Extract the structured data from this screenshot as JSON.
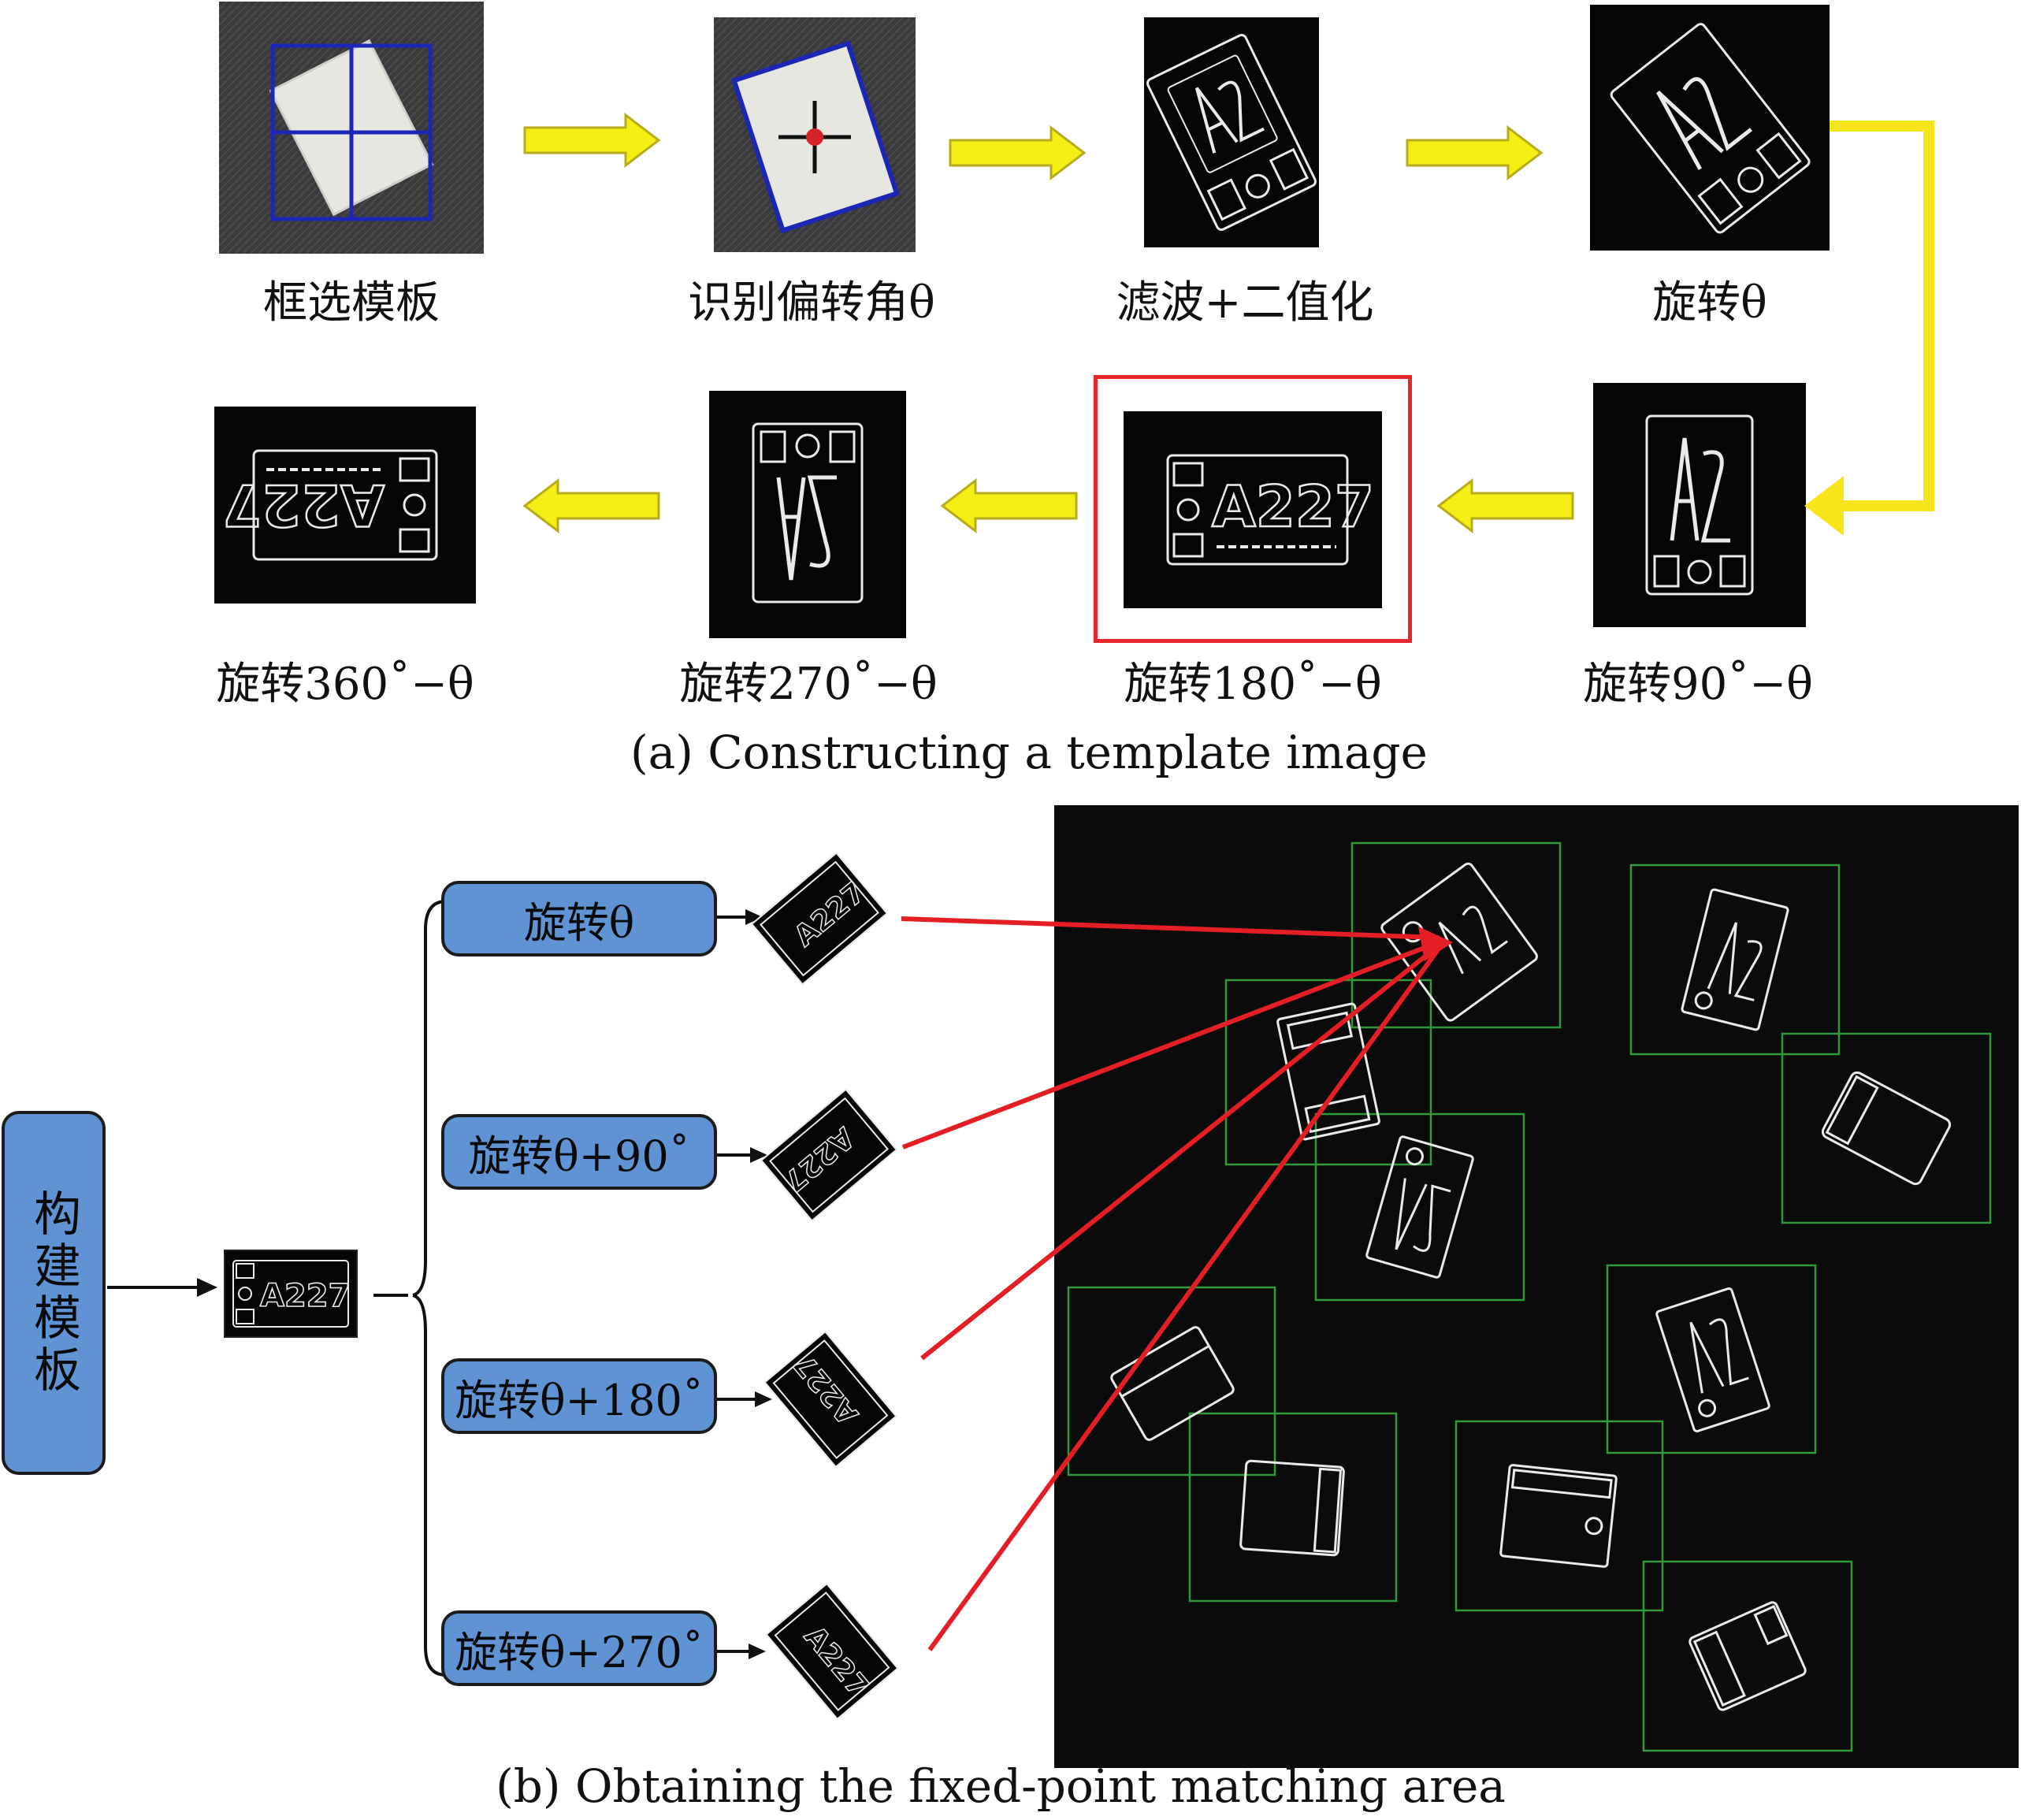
{
  "colors": {
    "arrow_fill": "#f4ee14",
    "arrow_stroke": "#b7ac1a",
    "yellow_link": "#f7e51c",
    "highlight_frame": "#e8262d",
    "match_line": "#e41e24",
    "match_box": "#2f9a3a",
    "option_box": "#5f93d3",
    "panel_bg": "#0b0b0b",
    "outline_white": "#eaeaea"
  },
  "part_a": {
    "caption": "(a) Constructing a template image",
    "steps": [
      {
        "label": "框选模板"
      },
      {
        "label": "识别偏转角θ"
      },
      {
        "label": "滤波+二值化"
      },
      {
        "label": "旋转θ"
      },
      {
        "label": "旋转90˚−θ"
      },
      {
        "label": "旋转180˚−θ",
        "highlighted": true
      },
      {
        "label": "旋转270˚−θ"
      },
      {
        "label": "旋转360˚−θ"
      }
    ],
    "template_text": "A227"
  },
  "part_b": {
    "caption": "(b) Obtaining the fixed-point matching area",
    "build_label": "构建模板",
    "options": [
      {
        "label": "旋转θ"
      },
      {
        "label": "旋转θ+90˚"
      },
      {
        "label": "旋转θ+180˚"
      },
      {
        "label": "旋转θ+270˚"
      }
    ],
    "chip_text": "A227"
  }
}
